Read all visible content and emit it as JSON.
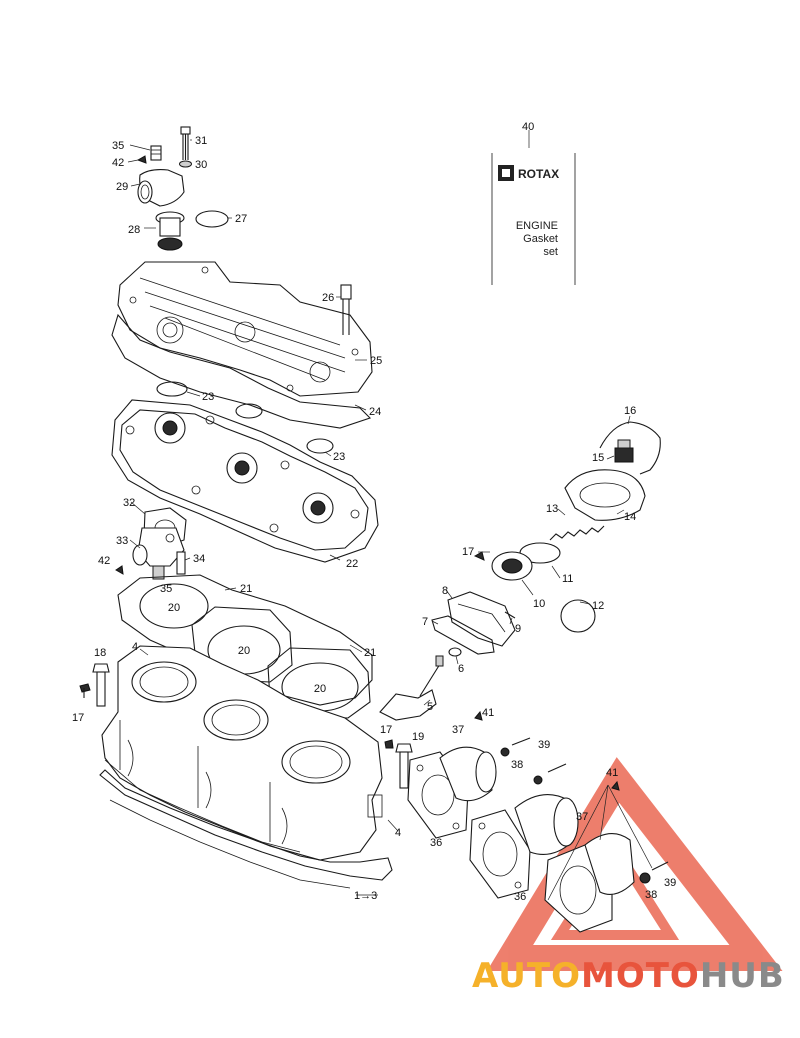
{
  "gasket_kit": {
    "brand": "ROTAX",
    "line1": "ENGINE",
    "line2": "Gasket",
    "line3": "set"
  },
  "callouts": {
    "c1_3": "1→3",
    "c4a": "4",
    "c4b": "4",
    "c5": "5",
    "c6": "6",
    "c7": "7",
    "c8": "8",
    "c9": "9",
    "c10": "10",
    "c11": "11",
    "c12": "12",
    "c13": "13",
    "c14": "14",
    "c15": "15",
    "c16": "16",
    "c17a": "17",
    "c17b": "17",
    "c17c": "17",
    "c18": "18",
    "c19": "19",
    "c20a": "20",
    "c20b": "20",
    "c20c": "20",
    "c21a": "21",
    "c21b": "21",
    "c22": "22",
    "c23a": "23",
    "c23b": "23",
    "c24": "24",
    "c25": "25",
    "c26": "26",
    "c27": "27",
    "c28": "28",
    "c29": "29",
    "c30": "30",
    "c31": "31",
    "c32": "32",
    "c33": "33",
    "c34": "34",
    "c35a": "35",
    "c35b": "35",
    "c36a": "36",
    "c36b": "36",
    "c37a": "37",
    "c37b": "37",
    "c38a": "38",
    "c38b": "38",
    "c39a": "39",
    "c39b": "39",
    "c40": "40",
    "c41a": "41",
    "c41b": "41",
    "c42a": "42",
    "c42b": "42"
  },
  "watermark": {
    "part1": "AUTO",
    "part2": "MOTO",
    "part3": "HUB",
    "color1": "#f5b12a",
    "color2": "#e8543c",
    "color3": "#8a8a8a",
    "logo_color": "#e8543c"
  }
}
